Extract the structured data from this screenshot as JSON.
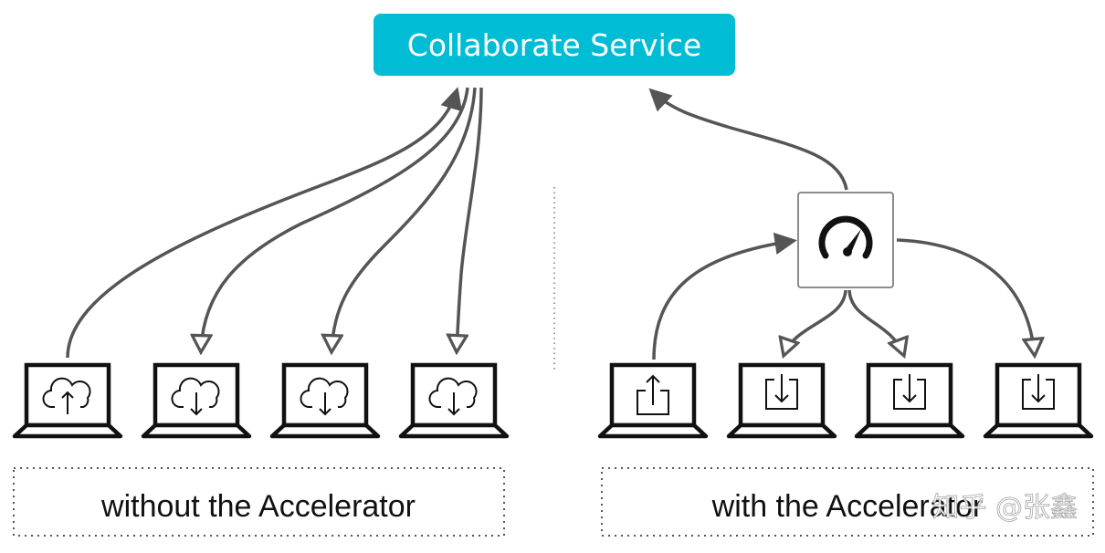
{
  "service": {
    "label": "Collaborate Service",
    "color": "#00bcd4"
  },
  "left_caption": "without the Accelerator",
  "right_caption": "with the Accelerator",
  "watermark": "知乎 @张鑫",
  "accelerator": {
    "icon": "speedometer-icon"
  },
  "left_group": {
    "laptops": [
      {
        "icon": "cloud-upload-icon"
      },
      {
        "icon": "cloud-download-icon"
      },
      {
        "icon": "cloud-download-icon"
      },
      {
        "icon": "cloud-download-icon"
      }
    ]
  },
  "right_group": {
    "laptops": [
      {
        "icon": "upload-icon"
      },
      {
        "icon": "download-icon"
      },
      {
        "icon": "download-icon"
      },
      {
        "icon": "download-icon"
      }
    ]
  }
}
